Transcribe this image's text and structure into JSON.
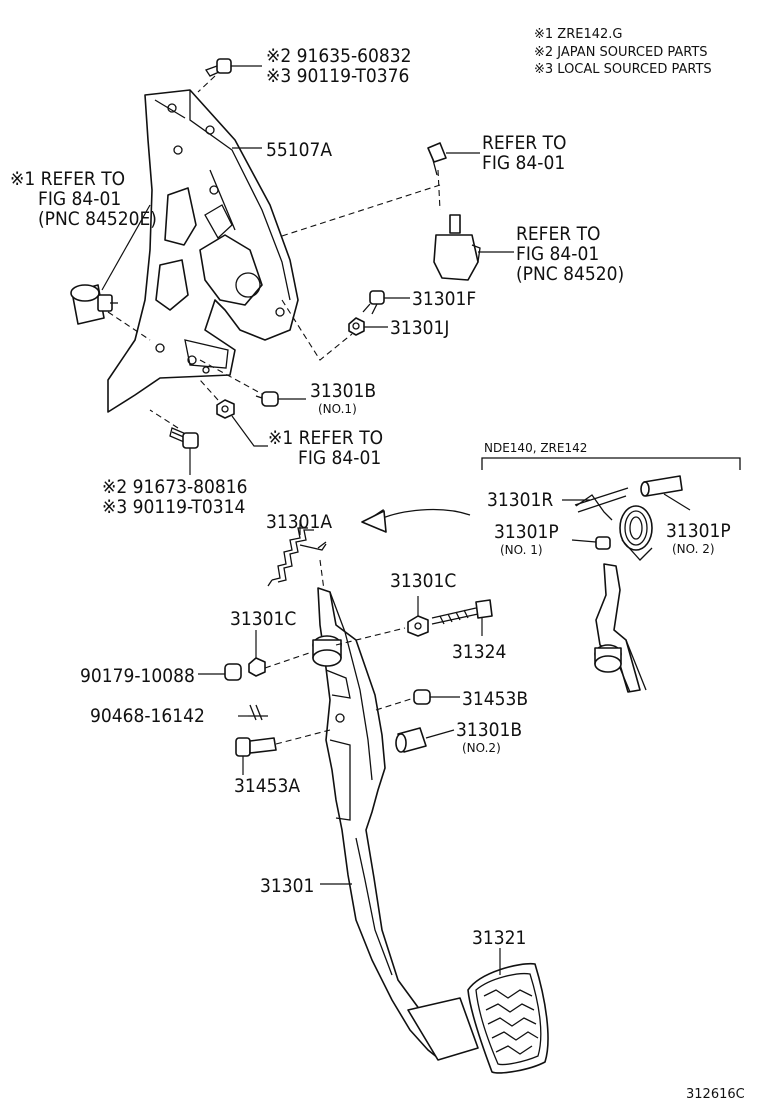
{
  "notes": [
    "※1 ZRE142.G",
    "※2 JAPAN SOURCED PARTS",
    "※3 LOCAL SOURCED PARTS"
  ],
  "inset_caption": "NDE140, ZRE142",
  "drawing_number": "312616C",
  "labels": {
    "bolt_top_a": "※2 91635-60832",
    "bolt_top_b": "※3 90119-T0376",
    "bracket": "55107A",
    "switch_left_1": "※1 REFER TO",
    "switch_left_2": "FIG 84-01",
    "switch_left_3": "(PNC 84520E)",
    "clip_ref_1": "REFER TO",
    "clip_ref_2": "FIG 84-01",
    "stop_switch_1": "REFER TO",
    "stop_switch_2": "FIG 84-01",
    "stop_switch_3": "(PNC 84520)",
    "cushion_f": "31301F",
    "nut_j": "31301J",
    "cushion_b1": "31301B",
    "cushion_b1_sub": "(NO.1)",
    "nut_ref_1": "※1 REFER TO",
    "nut_ref_2": "FIG 84-01",
    "bolt_bot_a": "※2 91673-80816",
    "bolt_bot_b": "※3 90119-T0314",
    "spring_a": "31301A",
    "bush_c_upper": "31301C",
    "bush_c_left": "31301C",
    "bolt_31324": "31324",
    "nut_90179": "90179-10088",
    "clip_90468": "90468-16142",
    "pin_31453b": "31453B",
    "pin_31453a": "31453A",
    "cushion_b2": "31301B",
    "cushion_b2_sub": "(NO.2)",
    "pedal": "31301",
    "pad": "31321",
    "spring_r": "31301R",
    "bush_p1": "31301P",
    "bush_p1_sub": "(NO. 1)",
    "bush_p2": "31301P",
    "bush_p2_sub": "(NO. 2)"
  }
}
